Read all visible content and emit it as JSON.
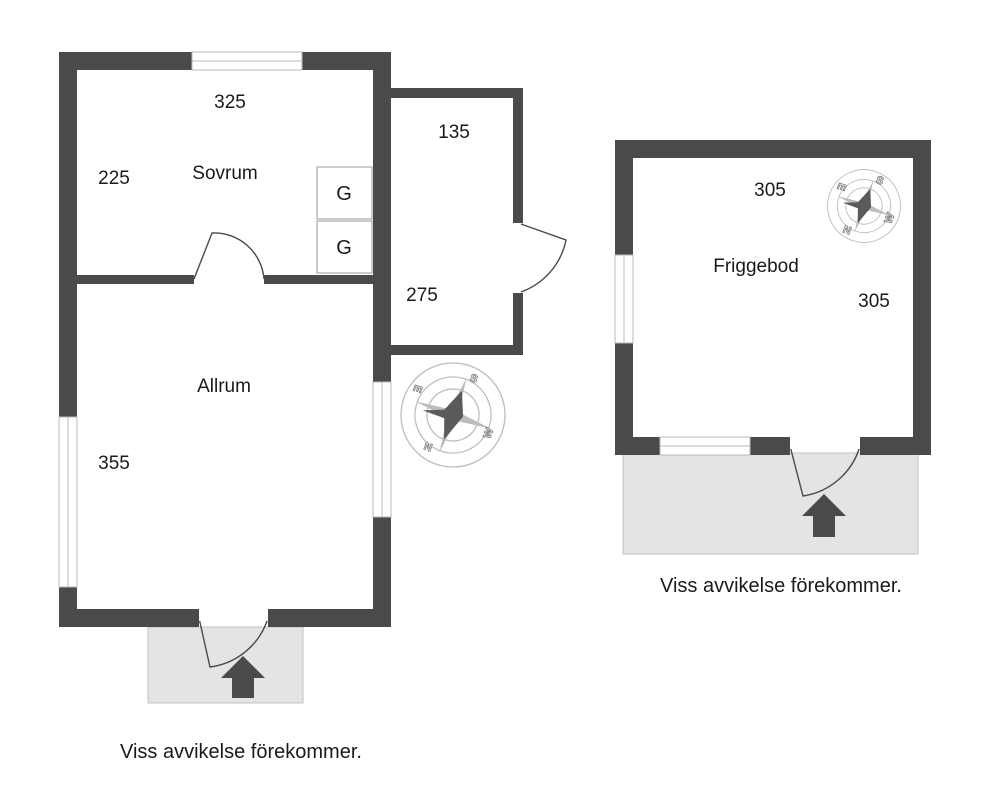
{
  "main_building": {
    "rooms": {
      "sovrum": {
        "name": "Sovrum",
        "width": "325",
        "depth": "225"
      },
      "hall": {
        "width": "135",
        "depth": "275"
      },
      "allrum": {
        "name": "Allrum",
        "depth": "355"
      }
    },
    "cabinets": [
      "G",
      "G"
    ],
    "disclaimer": "Viss avvikelse förekommer."
  },
  "friggebod": {
    "name": "Friggebod",
    "width": "305",
    "depth": "305",
    "disclaimer": "Viss avvikelse förekommer."
  },
  "compass": {
    "n": "N",
    "s": "S",
    "e": "E",
    "w": "W"
  },
  "colors": {
    "wall": "#4a4a4d",
    "deck": "#e4e4e4",
    "window": "#ffffff"
  }
}
